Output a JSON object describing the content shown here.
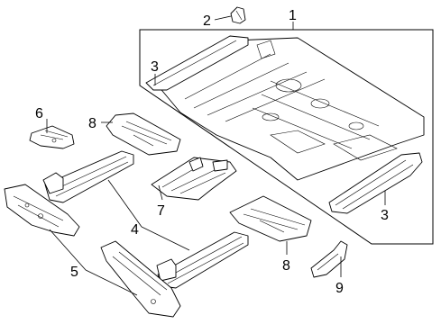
{
  "diagram": {
    "callouts": [
      {
        "id": "c1",
        "text": "1"
      },
      {
        "id": "c2",
        "text": "2"
      },
      {
        "id": "c3a",
        "text": "3"
      },
      {
        "id": "c3b",
        "text": "3"
      },
      {
        "id": "c4",
        "text": "4"
      },
      {
        "id": "c5",
        "text": "5"
      },
      {
        "id": "c6",
        "text": "6"
      },
      {
        "id": "c7",
        "text": "7"
      },
      {
        "id": "c8a",
        "text": "8"
      },
      {
        "id": "c8b",
        "text": "8"
      },
      {
        "id": "c9",
        "text": "9"
      }
    ]
  }
}
